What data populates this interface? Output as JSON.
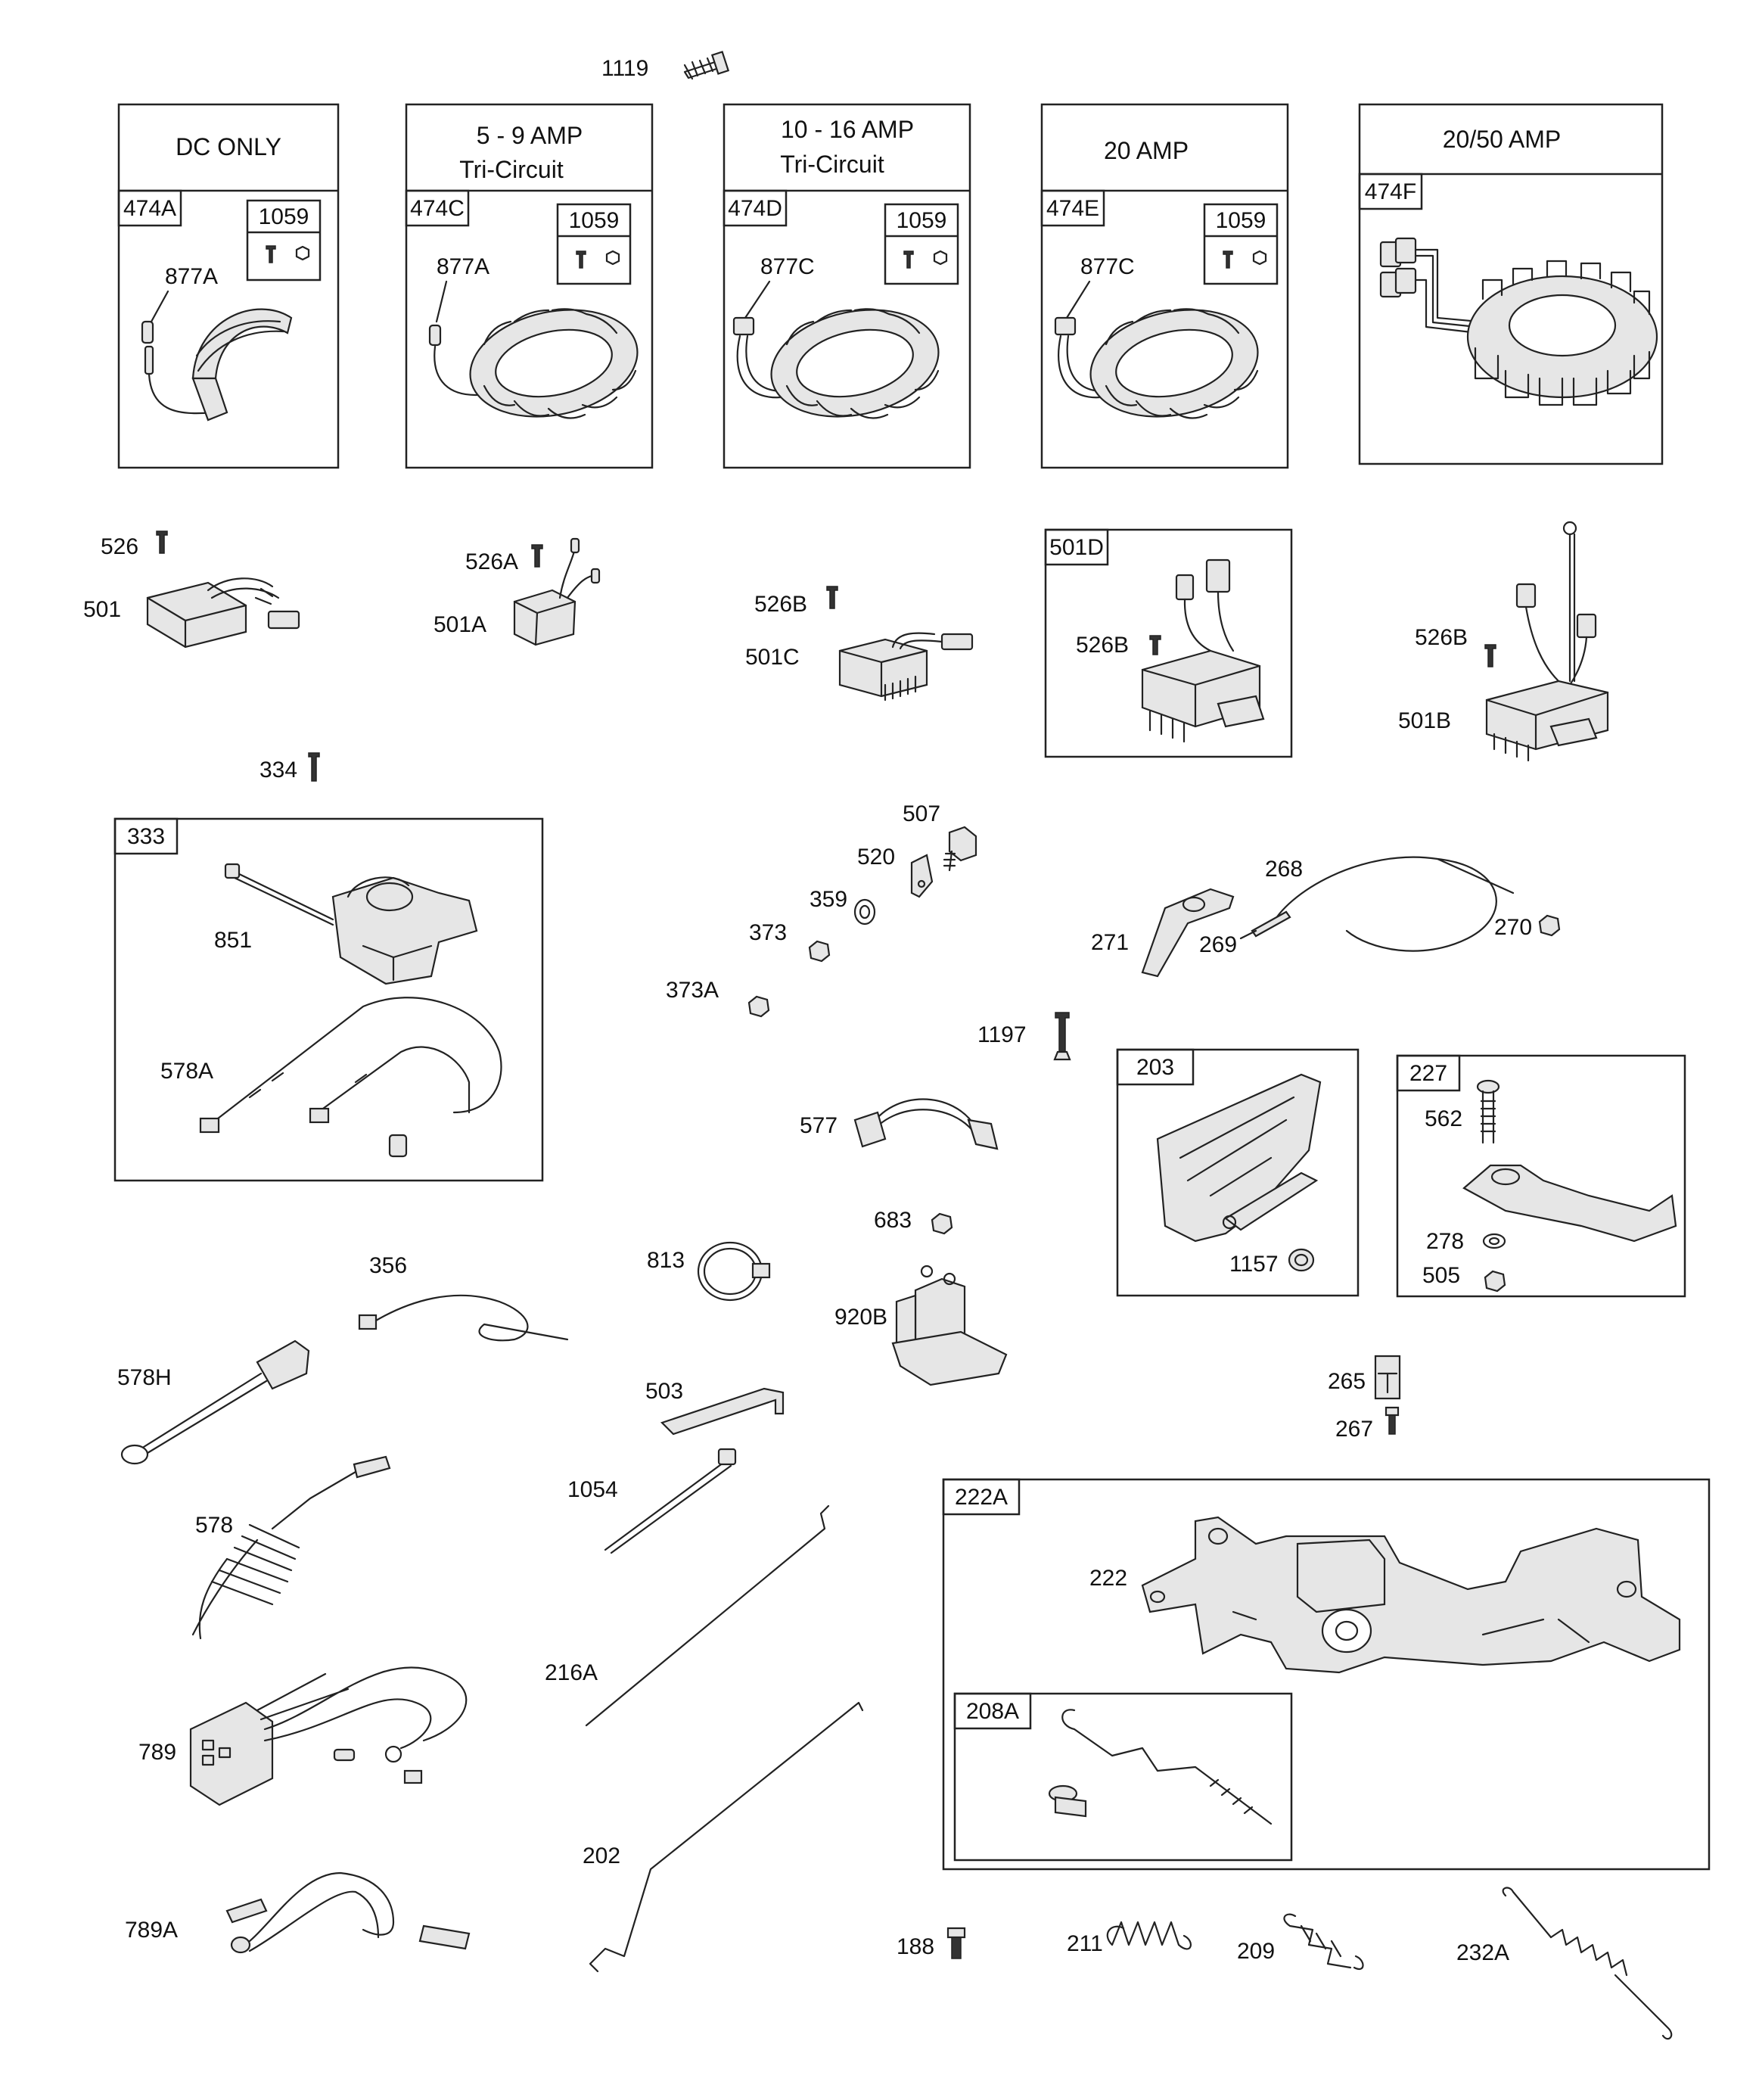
{
  "kits": {
    "dc_only": {
      "header": "DC ONLY",
      "tag": "474A",
      "hw": "1059",
      "lead": "877A"
    },
    "amp_5_9": {
      "header1": "5  -  9  AMP",
      "header2": "Tri-Circuit",
      "tag": "474C",
      "hw": "1059",
      "lead": "877A"
    },
    "amp_10_16": {
      "header1": "10 - 16 AMP",
      "header2": "Tri-Circuit",
      "tag": "474D",
      "hw": "1059",
      "lead": "877C"
    },
    "amp_20": {
      "header": "20 AMP",
      "tag": "474E",
      "hw": "1059",
      "lead": "877C"
    },
    "amp_20_50": {
      "header": "20/50 AMP",
      "tag": "474F"
    }
  },
  "boxes": {
    "b501d": "501D",
    "b333": "333",
    "b203": "203",
    "b227": "227",
    "b222a": "222A",
    "b208a": "208A"
  },
  "labels": {
    "l1119": "1119",
    "l526": "526",
    "l501": "501",
    "l526A": "526A",
    "l501A": "501A",
    "l526B_1": "526B",
    "l501C": "501C",
    "l526B_2": "526B",
    "l526B_3": "526B",
    "l501B": "501B",
    "l334": "334",
    "l851": "851",
    "l578A": "578A",
    "l507": "507",
    "l520": "520",
    "l359": "359",
    "l373": "373",
    "l373A": "373A",
    "l268": "268",
    "l271": "271",
    "l269": "269",
    "l270": "270",
    "l1197": "1197",
    "l577": "577",
    "l1157": "1157",
    "l562": "562",
    "l278": "278",
    "l505": "505",
    "l683": "683",
    "l813": "813",
    "l920B": "920B",
    "l356": "356",
    "l578H": "578H",
    "l503": "503",
    "l265": "265",
    "l267": "267",
    "l1054": "1054",
    "l578": "578",
    "l222": "222",
    "l216A": "216A",
    "l789": "789",
    "l202": "202",
    "l789A": "789A",
    "l188": "188",
    "l211": "211",
    "l209": "209",
    "l232A": "232A"
  }
}
